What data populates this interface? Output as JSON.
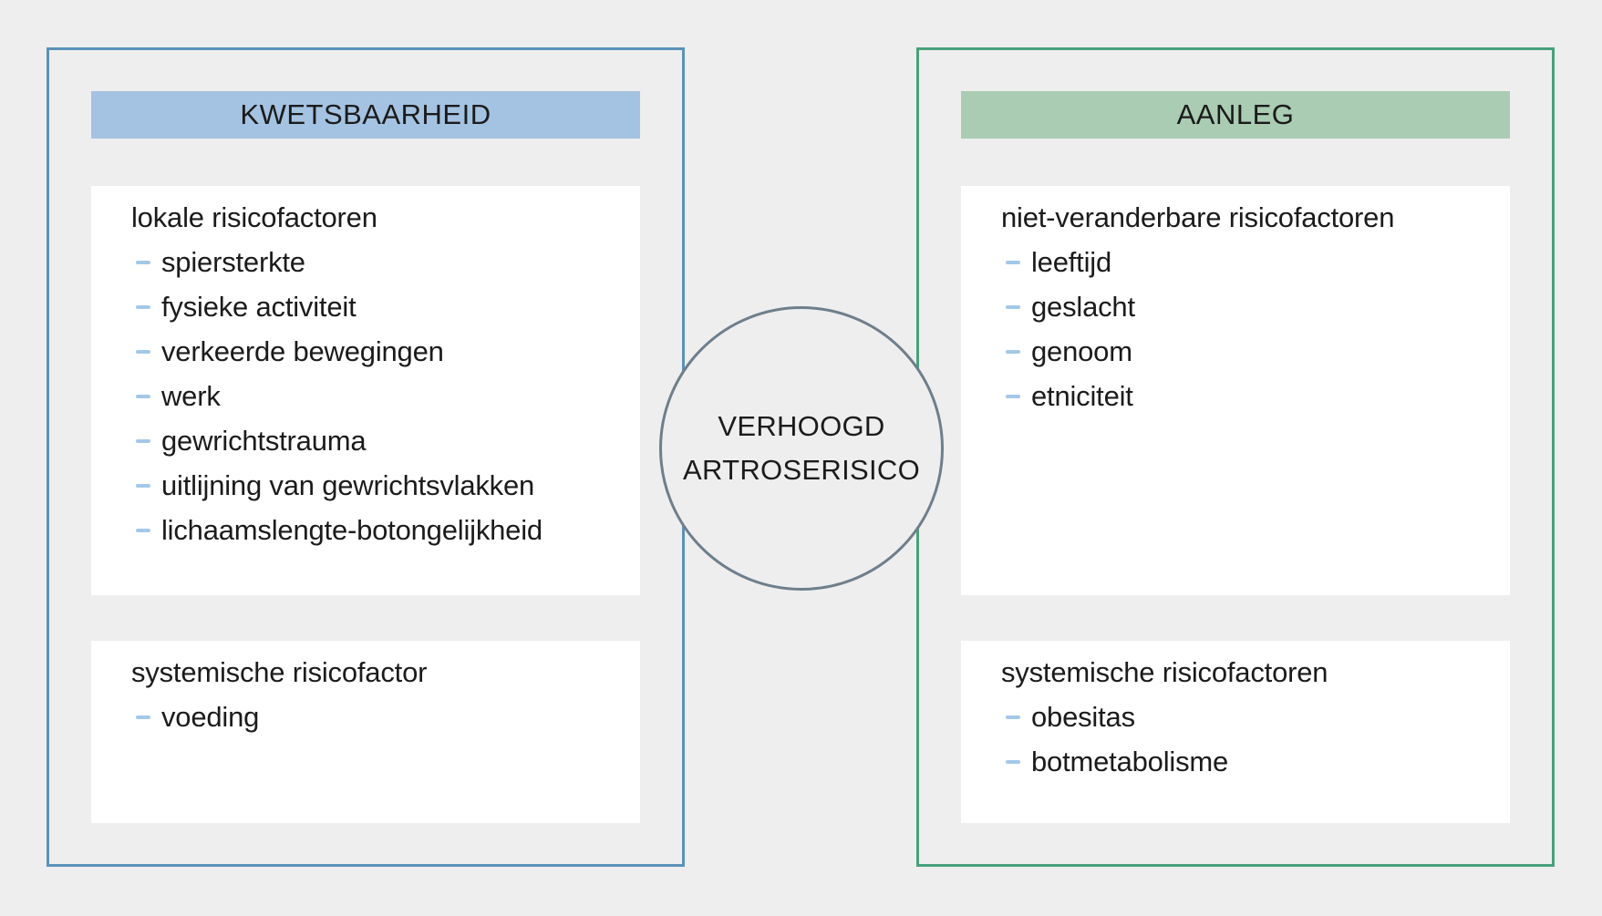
{
  "figure": {
    "type": "risk-factor-diagram",
    "language": "nl"
  },
  "colors": {
    "page_bg": "#eeeeee",
    "box_bg": "#ffffff",
    "text": "#1b1b1b",
    "blue_accent": "#5a92bb",
    "blue_header_bg": "#a4c3e2",
    "green_accent": "#47a17b",
    "green_header_bg": "#a9ccb3",
    "dash": "#a3c8e8",
    "circle_border": "#6e7e8b"
  },
  "circle": {
    "line1": "VERHOOGD",
    "line2": "ARTROSERISICO"
  },
  "panels": [
    {
      "header": "KWETSBAARHEID",
      "boxes": [
        {
          "title": "lokale risicofactoren",
          "items": [
            "spiersterkte",
            "fysieke activiteit",
            "verkeerde bewegingen",
            "werk",
            "gewrichtstrauma",
            "uitlijning van gewrichtsvlakken",
            "lichaamslengte-botongelijkheid"
          ]
        },
        {
          "title": "systemische risicofactor",
          "items": [
            "voeding"
          ]
        }
      ]
    },
    {
      "header": "AANLEG",
      "boxes": [
        {
          "title": "niet-veranderbare risicofactoren",
          "items": [
            "leeftijd",
            "geslacht",
            "genoom",
            "etniciteit"
          ]
        },
        {
          "title": "systemische risicofactoren",
          "items": [
            "obesitas",
            "botmetabolisme"
          ]
        }
      ]
    }
  ]
}
